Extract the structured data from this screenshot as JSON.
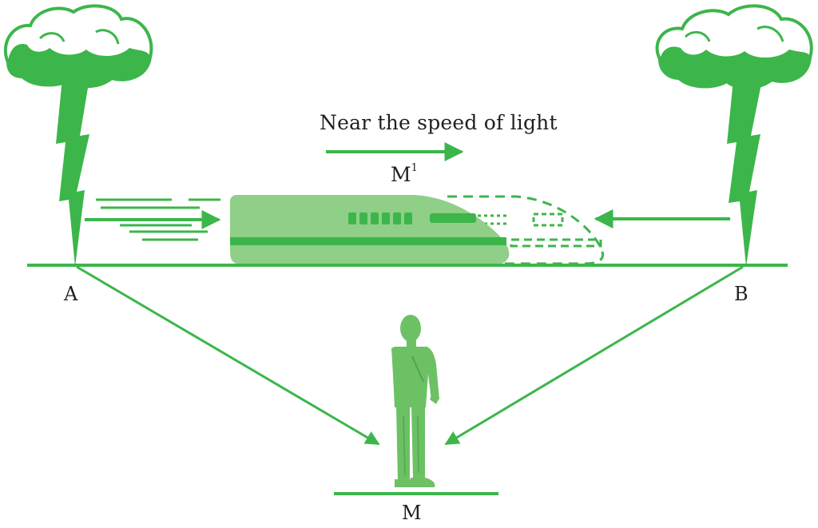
{
  "caption": "Near the speed of light",
  "labels": {
    "point_a": "A",
    "point_b": "B",
    "observer": "M",
    "moving_observer": "M",
    "moving_observer_superscript": "1"
  },
  "colors": {
    "green": "#3cb64a",
    "green_light": "#8fcf88",
    "green_mid": "#6cc164",
    "text": "#1f1f1f"
  }
}
